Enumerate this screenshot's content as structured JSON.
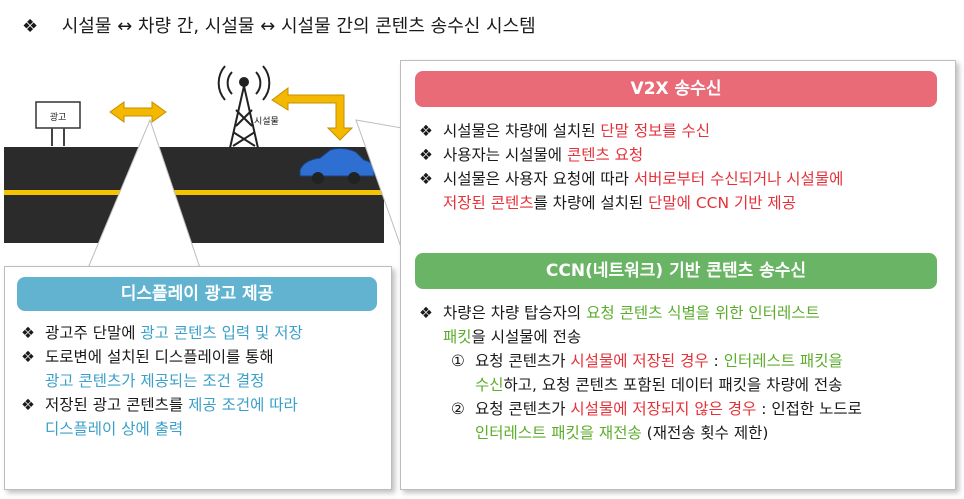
{
  "title": {
    "bullet": "❖",
    "text": "시설물 ↔ 차량 간, 시설물 ↔ 시설물 간의 콘텐츠 송수신 시스템"
  },
  "scene": {
    "sign_label": "광고",
    "tower_label": "시설물"
  },
  "colors": {
    "red_header": "#e96b78",
    "green_header": "#6ab465",
    "blue_header": "#62b3cf"
  },
  "v2x": {
    "header": "V2X 송수신",
    "bullet": "❖",
    "items": [
      [
        {
          "t": "시설물은 차량에 설치된 ",
          "c": ""
        },
        {
          "t": "단말 정보를 수신",
          "c": "red"
        }
      ],
      [
        {
          "t": "사용자는 시설물에 ",
          "c": ""
        },
        {
          "t": "콘텐츠 요청",
          "c": "red"
        }
      ],
      [
        {
          "t": "시설물은 사용자 요청에 따라 ",
          "c": ""
        },
        {
          "t": "서버로부터 수신되거나 시설물에",
          "c": "red"
        }
      ],
      [
        {
          "t": "저장된 콘텐츠",
          "c": "red"
        },
        {
          "t": "를 차량에 설치된 ",
          "c": ""
        },
        {
          "t": "단말에 CCN 기반 제공",
          "c": "red"
        }
      ]
    ]
  },
  "ccn": {
    "header": "CCN(네트워크) 기반 콘텐츠 송수신",
    "bullet": "❖",
    "num1": "①",
    "num2": "②",
    "items": [
      [
        {
          "t": "차량은 차량 탑승자의 ",
          "c": ""
        },
        {
          "t": "요청 콘텐츠 식별을 위한 인터레스트",
          "c": "green"
        }
      ],
      [
        {
          "t": "패킷",
          "c": "green"
        },
        {
          "t": "을 시설물에 전송",
          "c": ""
        }
      ],
      [
        {
          "t": "요청 콘텐츠가 ",
          "c": ""
        },
        {
          "t": "시설물에 저장된 경우",
          "c": "red"
        },
        {
          "t": " : ",
          "c": ""
        },
        {
          "t": "인터레스트 패킷을",
          "c": "green"
        }
      ],
      [
        {
          "t": "수신",
          "c": "green"
        },
        {
          "t": "하고, 요청 콘텐츠 포함된 데이터 패킷을 차량에 전송",
          "c": ""
        }
      ],
      [
        {
          "t": "요청 콘텐츠가 ",
          "c": ""
        },
        {
          "t": "시설물에 저장되지 않은 경우",
          "c": "red"
        },
        {
          "t": " : 인접한 노드로",
          "c": ""
        }
      ],
      [
        {
          "t": "인터레스트 패킷을 재전송",
          "c": "green"
        },
        {
          "t": " (재전송 횟수 제한)",
          "c": ""
        }
      ]
    ]
  },
  "display": {
    "header": "디스플레이 광고 제공",
    "bullet": "❖",
    "items": [
      [
        {
          "t": "광고주 단말에 ",
          "c": ""
        },
        {
          "t": "광고 콘텐츠 입력 및 저장",
          "c": "blue"
        }
      ],
      [
        {
          "t": "도로변에 설치된 디스플레이를 통해",
          "c": ""
        }
      ],
      [
        {
          "t": "광고 콘텐츠가 제공되는 조건 결정",
          "c": "blue"
        }
      ],
      [
        {
          "t": "저장된 광고 콘텐츠를 ",
          "c": ""
        },
        {
          "t": "제공 조건에 따라",
          "c": "blue"
        }
      ],
      [
        {
          "t": "디스플레이 상에 출력",
          "c": "blue"
        }
      ]
    ]
  }
}
